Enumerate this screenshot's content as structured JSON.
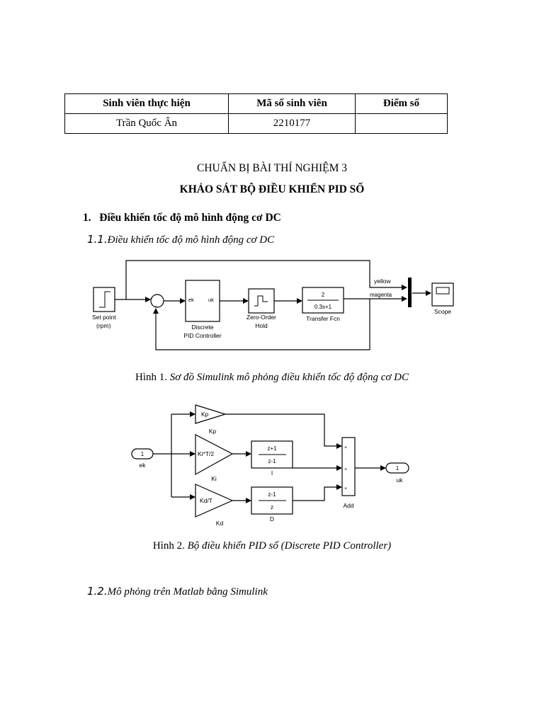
{
  "table": {
    "headers": [
      "Sinh viên thực hiện",
      "Mã số sinh viên",
      "Điểm số"
    ],
    "row": [
      "Trần Quốc Ân",
      "2210177",
      ""
    ]
  },
  "title": "CHUẨN BỊ BÀI THÍ NGHIỆM 3",
  "subtitle": "KHẢO SÁT BỘ ĐIỀU KHIỂN PID SỐ",
  "section1": {
    "number": "1.",
    "text": "Điều khiển tốc độ mô hình động cơ DC"
  },
  "section1_1": {
    "number": "1.1.",
    "text": "Điều khiển tốc độ mô hình động cơ DC"
  },
  "figure1": {
    "setpoint_label": "Set point",
    "setpoint_unit": "(rpm)",
    "pid_in": "ek",
    "pid_out": "uk",
    "pid_label_1": "Discrete",
    "pid_label_2": "PID Controller",
    "zoh_label_1": "Zero-Order",
    "zoh_label_2": "Hold",
    "tf_num": "2",
    "tf_den": "0.3s+1",
    "tf_label": "Transfer Fcn",
    "sig_yellow": "yellow",
    "sig_magenta": "magenta",
    "scope_label": "Scope",
    "caption_prefix": "Hình 1.",
    "caption_text": "Sơ đồ Simulink mô phỏng điều khiển tốc độ động cơ DC"
  },
  "figure2": {
    "in_port": "1",
    "in_label": "ek",
    "kp_text": "Kp",
    "kp_label": "Kp",
    "ki_text": "Ki*T/2",
    "ki_label": "Ki",
    "kd_text": "Kd/T",
    "kd_label": "Kd",
    "i_num": "z+1",
    "i_den": "z-1",
    "i_label": "I",
    "d_num": "z-1",
    "d_den": "z",
    "d_label": "D",
    "add_label": "Add",
    "out_port": "1",
    "out_label": "uk",
    "caption_prefix": "Hình 2.",
    "caption_text": "Bộ điều khiển PID số (Discrete PID Controller)"
  },
  "section1_2": {
    "number": "1.2.",
    "text": "Mô phỏng trên Matlab bằng Simulink"
  }
}
